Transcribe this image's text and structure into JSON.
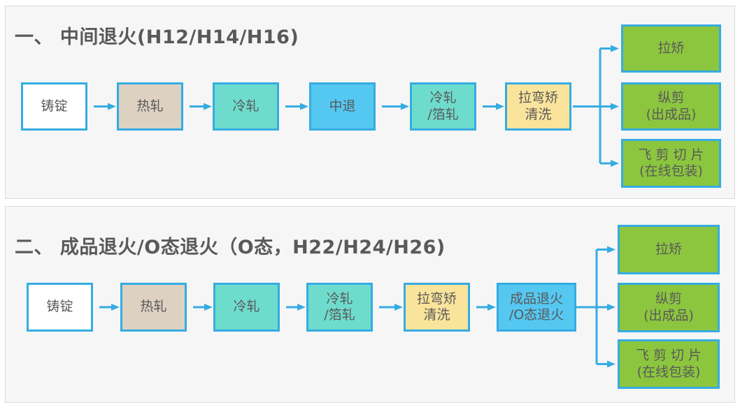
{
  "palette": {
    "panel_background": "#f6f6f6",
    "panel_border": "#dcdcdc",
    "title_text": "#595959",
    "node_text": "#595959",
    "node_border": "#35ace2",
    "arrow": "#35ace2",
    "node_white": "#ffffff",
    "node_tan": "#ddd1c2",
    "node_teal": "#6edccd",
    "node_blue": "#55c8f2",
    "node_yellow": "#fae49b",
    "node_green": "#8cc63f"
  },
  "sections": [
    {
      "title": "一、 中间退火(H12/H14/H16)",
      "nodes": [
        {
          "id": "ingot",
          "line1": "铸锭",
          "color": "#ffffff"
        },
        {
          "id": "hot-rolling",
          "line1": "热轧",
          "color": "#ddd1c2"
        },
        {
          "id": "cold-rolling",
          "line1": "冷轧",
          "color": "#6edccd"
        },
        {
          "id": "intermediate-annealing",
          "line1": "中退",
          "color": "#55c8f2"
        },
        {
          "id": "cold-foil-rolling",
          "line1": "冷轧",
          "line2": "/箔轧",
          "color": "#6edccd"
        },
        {
          "id": "stretch-bend-leveling-cleaning",
          "line1": "拉弯矫",
          "line2": "清洗",
          "color": "#fae49b"
        }
      ],
      "outputs": [
        {
          "id": "stretch-straightening",
          "line1": "拉矫",
          "color": "#8cc63f"
        },
        {
          "id": "slitting",
          "line1": "纵剪",
          "line2": "(出成品)",
          "color": "#8cc63f"
        },
        {
          "id": "flying-shear-cutting",
          "line1": "飞 剪 切 片",
          "line2": "(在线包装)",
          "color": "#8cc63f"
        }
      ]
    },
    {
      "title": "二、 成品退火/O态退火（O态，H22/H24/H26)",
      "nodes": [
        {
          "id": "ingot",
          "line1": "铸锭",
          "color": "#ffffff"
        },
        {
          "id": "hot-rolling",
          "line1": "热轧",
          "color": "#ddd1c2"
        },
        {
          "id": "cold-rolling",
          "line1": "冷轧",
          "color": "#6edccd"
        },
        {
          "id": "cold-foil-rolling",
          "line1": "冷轧",
          "line2": "/箔轧",
          "color": "#6edccd"
        },
        {
          "id": "stretch-bend-leveling-cleaning",
          "line1": "拉弯矫",
          "line2": "清洗",
          "color": "#fae49b"
        },
        {
          "id": "final-annealing-o-temper",
          "line1": "成品退火",
          "line2": "/O态退火",
          "color": "#55c8f2"
        }
      ],
      "outputs": [
        {
          "id": "stretch-straightening",
          "line1": "拉矫",
          "color": "#8cc63f"
        },
        {
          "id": "slitting",
          "line1": "纵剪",
          "line2": "(出成品)",
          "color": "#8cc63f"
        },
        {
          "id": "flying-shear-cutting",
          "line1": "飞 剪 切 片",
          "line2": "(在线包装)",
          "color": "#8cc63f"
        }
      ]
    }
  ]
}
